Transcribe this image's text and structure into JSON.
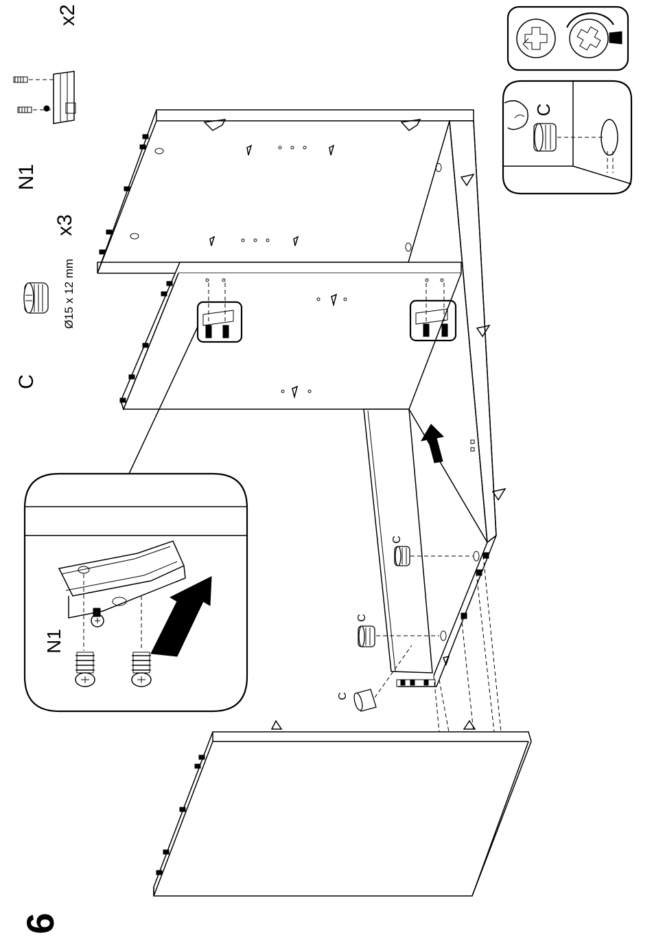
{
  "step": {
    "number": "6"
  },
  "parts": [
    {
      "code": "C",
      "count": "x3",
      "size": "Ø15 x 12 mm",
      "icon": "cam-lock-icon"
    },
    {
      "code": "N1",
      "count": "x2",
      "icon": "drawer-runner-screw-icon"
    }
  ],
  "callouts": {
    "runner_detail_label": "N1",
    "cam_detail_label": "C",
    "cam_labels": [
      "C",
      "C",
      "C"
    ]
  }
}
